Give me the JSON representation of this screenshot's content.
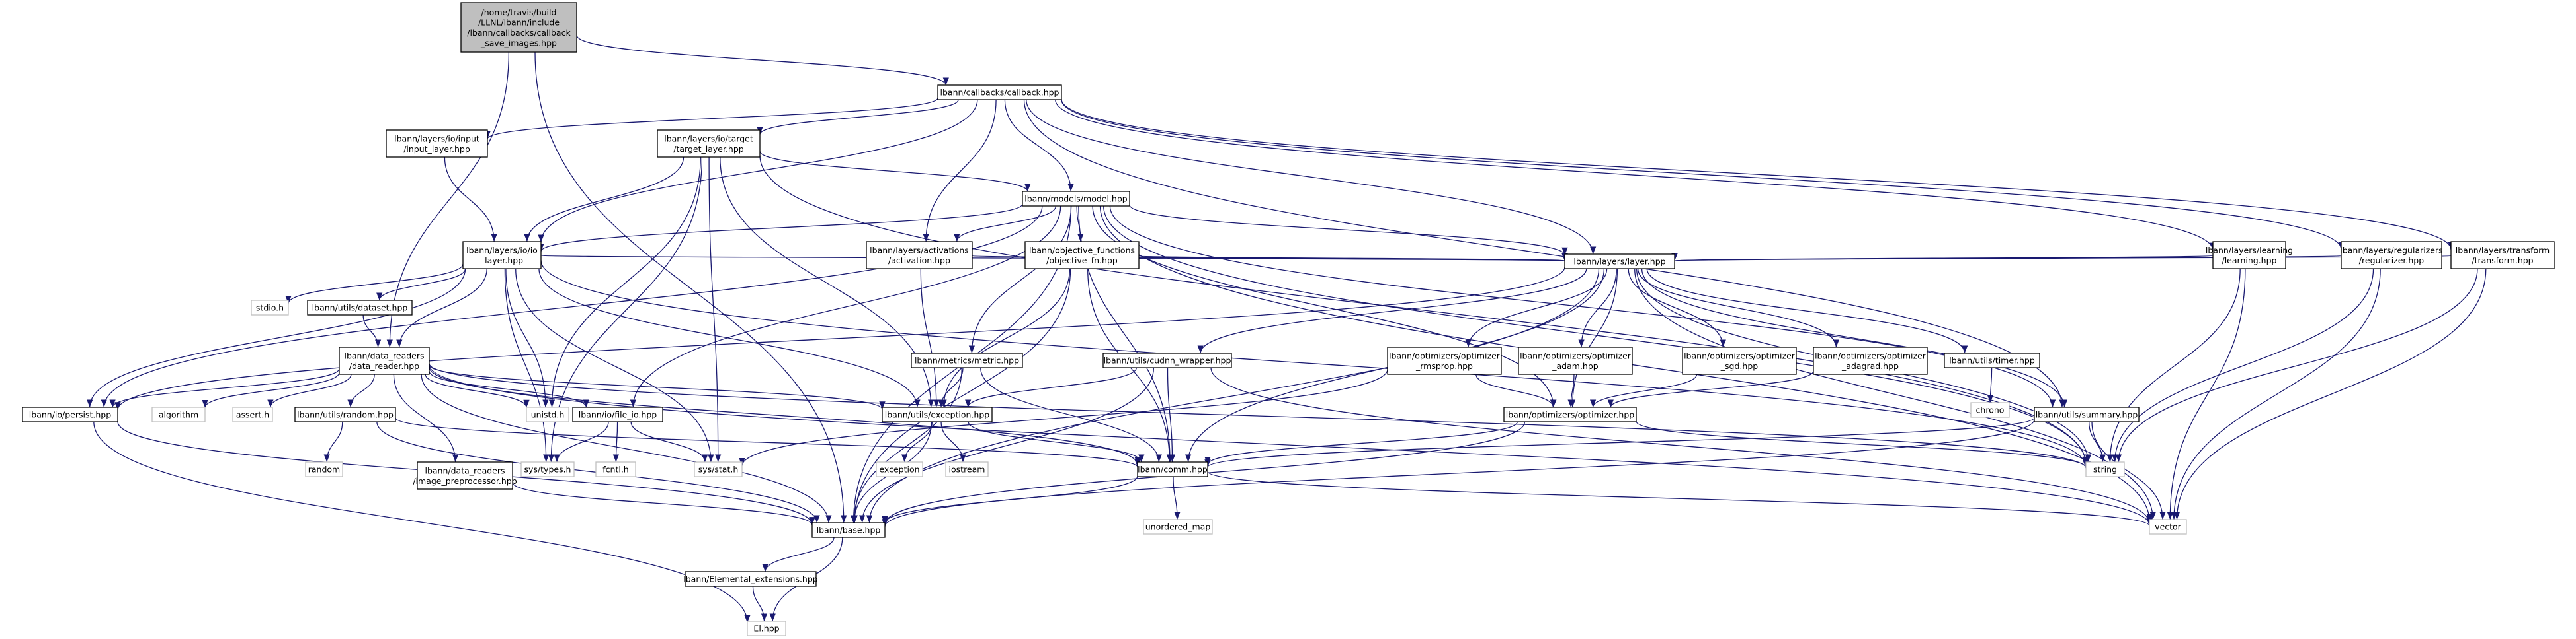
{
  "graph": {
    "nodes": [
      {
        "id": "callback_save_images",
        "lines": [
          "/home/travis/build",
          "/LLNL/lbann/include",
          "/lbann/callbacks/callback",
          "_save_images.hpp"
        ],
        "kind": "root"
      },
      {
        "id": "callback",
        "lines": [
          "lbann/callbacks/callback.hpp"
        ],
        "kind": "file"
      },
      {
        "id": "input_layer",
        "lines": [
          "lbann/layers/io/input",
          "/input_layer.hpp"
        ],
        "kind": "file"
      },
      {
        "id": "target_layer",
        "lines": [
          "lbann/layers/io/target",
          "/target_layer.hpp"
        ],
        "kind": "file"
      },
      {
        "id": "model",
        "lines": [
          "lbann/models/model.hpp"
        ],
        "kind": "file"
      },
      {
        "id": "io_layer",
        "lines": [
          "lbann/layers/io/io",
          "_layer.hpp"
        ],
        "kind": "file"
      },
      {
        "id": "activation",
        "lines": [
          "lbann/layers/activations",
          "/activation.hpp"
        ],
        "kind": "file"
      },
      {
        "id": "objective_fn",
        "lines": [
          "lbann/objective_functions",
          "/objective_fn.hpp"
        ],
        "kind": "file"
      },
      {
        "id": "learning",
        "lines": [
          "lbann/layers/learning",
          "/learning.hpp"
        ],
        "kind": "file"
      },
      {
        "id": "regularizer",
        "lines": [
          "lbann/layers/regularizers",
          "/regularizer.hpp"
        ],
        "kind": "file"
      },
      {
        "id": "transform",
        "lines": [
          "lbann/layers/transform",
          "/transform.hpp"
        ],
        "kind": "file"
      },
      {
        "id": "layer",
        "lines": [
          "lbann/layers/layer.hpp"
        ],
        "kind": "file"
      },
      {
        "id": "stdio",
        "lines": [
          "stdio.h"
        ],
        "kind": "sys"
      },
      {
        "id": "dataset",
        "lines": [
          "lbann/utils/dataset.hpp"
        ],
        "kind": "file"
      },
      {
        "id": "data_reader",
        "lines": [
          "lbann/data_readers",
          "/data_reader.hpp"
        ],
        "kind": "file"
      },
      {
        "id": "metric",
        "lines": [
          "lbann/metrics/metric.hpp"
        ],
        "kind": "file"
      },
      {
        "id": "cudnn_wrapper",
        "lines": [
          "lbann/utils/cudnn_wrapper.hpp"
        ],
        "kind": "file"
      },
      {
        "id": "rmsprop",
        "lines": [
          "lbann/optimizers/optimizer",
          "_rmsprop.hpp"
        ],
        "kind": "file"
      },
      {
        "id": "adam",
        "lines": [
          "lbann/optimizers/optimizer",
          "_adam.hpp"
        ],
        "kind": "file"
      },
      {
        "id": "sgd",
        "lines": [
          "lbann/optimizers/optimizer",
          "_sgd.hpp"
        ],
        "kind": "file"
      },
      {
        "id": "adagrad",
        "lines": [
          "lbann/optimizers/optimizer",
          "_adagrad.hpp"
        ],
        "kind": "file"
      },
      {
        "id": "timer",
        "lines": [
          "lbann/utils/timer.hpp"
        ],
        "kind": "file"
      },
      {
        "id": "chrono",
        "lines": [
          "chrono"
        ],
        "kind": "sys"
      },
      {
        "id": "persist",
        "lines": [
          "lbann/io/persist.hpp"
        ],
        "kind": "file"
      },
      {
        "id": "algorithm",
        "lines": [
          "algorithm"
        ],
        "kind": "sys"
      },
      {
        "id": "assert",
        "lines": [
          "assert.h"
        ],
        "kind": "sys"
      },
      {
        "id": "random_hpp",
        "lines": [
          "lbann/utils/random.hpp"
        ],
        "kind": "file"
      },
      {
        "id": "unistd",
        "lines": [
          "unistd.h"
        ],
        "kind": "sys"
      },
      {
        "id": "file_io",
        "lines": [
          "lbann/io/file_io.hpp"
        ],
        "kind": "file"
      },
      {
        "id": "exception",
        "lines": [
          "lbann/utils/exception.hpp"
        ],
        "kind": "file"
      },
      {
        "id": "optimizer",
        "lines": [
          "lbann/optimizers/optimizer.hpp"
        ],
        "kind": "file"
      },
      {
        "id": "summary",
        "lines": [
          "lbann/utils/summary.hpp"
        ],
        "kind": "file"
      },
      {
        "id": "random_std",
        "lines": [
          "random"
        ],
        "kind": "sys"
      },
      {
        "id": "image_preprocessor",
        "lines": [
          "lbann/data_readers",
          "/image_preprocessor.hpp"
        ],
        "kind": "file"
      },
      {
        "id": "sys_types",
        "lines": [
          "sys/types.h"
        ],
        "kind": "sys"
      },
      {
        "id": "fcntl",
        "lines": [
          "fcntl.h"
        ],
        "kind": "sys"
      },
      {
        "id": "sys_stat",
        "lines": [
          "sys/stat.h"
        ],
        "kind": "sys"
      },
      {
        "id": "exception_std",
        "lines": [
          "exception"
        ],
        "kind": "sys"
      },
      {
        "id": "iostream",
        "lines": [
          "iostream"
        ],
        "kind": "sys"
      },
      {
        "id": "comm",
        "lines": [
          "lbann/comm.hpp"
        ],
        "kind": "file"
      },
      {
        "id": "string",
        "lines": [
          "string"
        ],
        "kind": "sys"
      },
      {
        "id": "base",
        "lines": [
          "lbann/base.hpp"
        ],
        "kind": "file"
      },
      {
        "id": "unordered_map",
        "lines": [
          "unordered_map"
        ],
        "kind": "sys"
      },
      {
        "id": "vector",
        "lines": [
          "vector"
        ],
        "kind": "sys"
      },
      {
        "id": "elemental_ext",
        "lines": [
          "lbann/Elemental_extensions.hpp"
        ],
        "kind": "file"
      },
      {
        "id": "el",
        "lines": [
          "El.hpp"
        ],
        "kind": "sys"
      }
    ],
    "edges": [
      [
        "callback_save_images",
        "callback"
      ],
      [
        "callback_save_images",
        "data_reader"
      ],
      [
        "callback_save_images",
        "base"
      ],
      [
        "callback",
        "input_layer"
      ],
      [
        "callback",
        "target_layer"
      ],
      [
        "callback",
        "io_layer"
      ],
      [
        "callback",
        "model"
      ],
      [
        "callback",
        "activation"
      ],
      [
        "callback",
        "layer"
      ],
      [
        "callback",
        "learning"
      ],
      [
        "callback",
        "regularizer"
      ],
      [
        "callback",
        "transform"
      ],
      [
        "callback",
        "summary"
      ],
      [
        "input_layer",
        "io_layer"
      ],
      [
        "target_layer",
        "io_layer"
      ],
      [
        "target_layer",
        "model"
      ],
      [
        "target_layer",
        "string"
      ],
      [
        "target_layer",
        "unistd"
      ],
      [
        "target_layer",
        "sys_types"
      ],
      [
        "target_layer",
        "sys_stat"
      ],
      [
        "target_layer",
        "exception"
      ],
      [
        "model",
        "io_layer"
      ],
      [
        "model",
        "activation"
      ],
      [
        "model",
        "objective_fn"
      ],
      [
        "model",
        "metric"
      ],
      [
        "model",
        "layer"
      ],
      [
        "model",
        "optimizer"
      ],
      [
        "model",
        "summary"
      ],
      [
        "model",
        "persist"
      ],
      [
        "model",
        "file_io"
      ],
      [
        "model",
        "base"
      ],
      [
        "model",
        "comm"
      ],
      [
        "model",
        "string"
      ],
      [
        "model",
        "vector"
      ],
      [
        "io_layer",
        "stdio"
      ],
      [
        "io_layer",
        "dataset"
      ],
      [
        "io_layer",
        "data_reader"
      ],
      [
        "io_layer",
        "layer"
      ],
      [
        "io_layer",
        "persist"
      ],
      [
        "io_layer",
        "unistd"
      ],
      [
        "io_layer",
        "sys_types"
      ],
      [
        "io_layer",
        "sys_stat"
      ],
      [
        "io_layer",
        "exception"
      ],
      [
        "io_layer",
        "string"
      ],
      [
        "activation",
        "layer"
      ],
      [
        "activation",
        "exception"
      ],
      [
        "objective_fn",
        "layer"
      ],
      [
        "objective_fn",
        "exception"
      ],
      [
        "objective_fn",
        "comm"
      ],
      [
        "objective_fn",
        "base"
      ],
      [
        "learning",
        "layer"
      ],
      [
        "learning",
        "string"
      ],
      [
        "learning",
        "vector"
      ],
      [
        "regularizer",
        "layer"
      ],
      [
        "regularizer",
        "string"
      ],
      [
        "regularizer",
        "vector"
      ],
      [
        "transform",
        "layer"
      ],
      [
        "transform",
        "string"
      ],
      [
        "transform",
        "vector"
      ],
      [
        "layer",
        "persist"
      ],
      [
        "layer",
        "cudnn_wrapper"
      ],
      [
        "layer",
        "rmsprop"
      ],
      [
        "layer",
        "adam"
      ],
      [
        "layer",
        "sgd"
      ],
      [
        "layer",
        "adagrad"
      ],
      [
        "layer",
        "timer"
      ],
      [
        "layer",
        "summary"
      ],
      [
        "layer",
        "optimizer"
      ],
      [
        "layer",
        "comm"
      ],
      [
        "layer",
        "base"
      ],
      [
        "layer",
        "string"
      ],
      [
        "layer",
        "vector"
      ],
      [
        "dataset",
        "data_reader"
      ],
      [
        "data_reader",
        "persist"
      ],
      [
        "data_reader",
        "algorithm"
      ],
      [
        "data_reader",
        "assert"
      ],
      [
        "data_reader",
        "random_hpp"
      ],
      [
        "data_reader",
        "unistd"
      ],
      [
        "data_reader",
        "file_io"
      ],
      [
        "data_reader",
        "exception"
      ],
      [
        "data_reader",
        "image_preprocessor"
      ],
      [
        "data_reader",
        "comm"
      ],
      [
        "data_reader",
        "base"
      ],
      [
        "data_reader",
        "string"
      ],
      [
        "data_reader",
        "vector"
      ],
      [
        "metric",
        "exception"
      ],
      [
        "metric",
        "comm"
      ],
      [
        "metric",
        "base"
      ],
      [
        "cudnn_wrapper",
        "exception"
      ],
      [
        "cudnn_wrapper",
        "comm"
      ],
      [
        "cudnn_wrapper",
        "base"
      ],
      [
        "cudnn_wrapper",
        "vector"
      ],
      [
        "rmsprop",
        "optimizer"
      ],
      [
        "rmsprop",
        "sys_stat"
      ],
      [
        "adam",
        "optimizer"
      ],
      [
        "sgd",
        "optimizer"
      ],
      [
        "adagrad",
        "optimizer"
      ],
      [
        "timer",
        "chrono"
      ],
      [
        "persist",
        "base"
      ],
      [
        "persist",
        "el"
      ],
      [
        "random_hpp",
        "random_std"
      ],
      [
        "random_hpp",
        "comm"
      ],
      [
        "random_hpp",
        "base"
      ],
      [
        "file_io",
        "sys_types"
      ],
      [
        "file_io",
        "fcntl"
      ],
      [
        "file_io",
        "sys_stat"
      ],
      [
        "exception",
        "exception_std"
      ],
      [
        "exception",
        "iostream"
      ],
      [
        "exception",
        "comm"
      ],
      [
        "exception",
        "base"
      ],
      [
        "optimizer",
        "comm"
      ],
      [
        "optimizer",
        "base"
      ],
      [
        "optimizer",
        "string"
      ],
      [
        "summary",
        "comm"
      ],
      [
        "summary",
        "base"
      ],
      [
        "summary",
        "string"
      ],
      [
        "summary",
        "vector"
      ],
      [
        "image_preprocessor",
        "base"
      ],
      [
        "comm",
        "base"
      ],
      [
        "comm",
        "unordered_map"
      ],
      [
        "comm",
        "vector"
      ],
      [
        "base",
        "elemental_ext"
      ],
      [
        "base",
        "el"
      ],
      [
        "elemental_ext",
        "el"
      ]
    ]
  }
}
